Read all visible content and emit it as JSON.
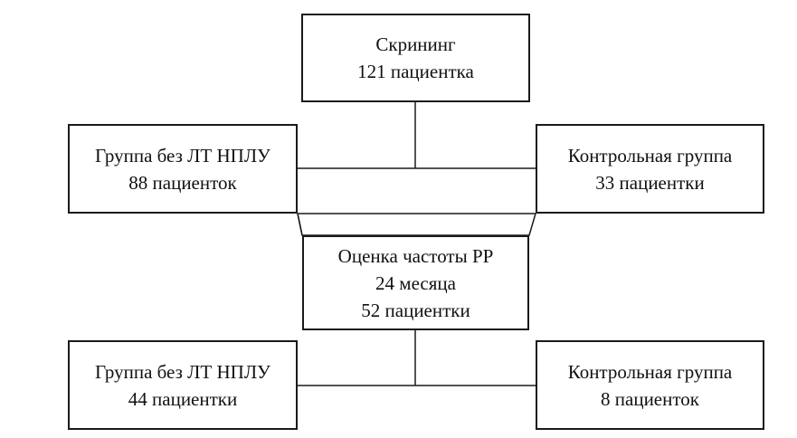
{
  "diagram": {
    "screening": {
      "title": "Скрининг",
      "count": "121 пациентка"
    },
    "group_first": {
      "title": "Группа без ЛТ НПЛУ",
      "count": "88 пациенток"
    },
    "control_first": {
      "title": "Контрольная группа",
      "count": "33 пациентки"
    },
    "evaluation": {
      "title": "Оценка частоты РР",
      "period": "24 месяца",
      "count": "52 пациентки"
    },
    "group_second": {
      "title": "Группа без ЛТ НПЛУ",
      "count": "44 пациентки"
    },
    "control_second": {
      "title": "Контрольная группа",
      "count": "8 пациенток"
    },
    "colors": {
      "stroke": "#1a1a1a",
      "background": "#ffffff",
      "text": "#111111"
    }
  }
}
